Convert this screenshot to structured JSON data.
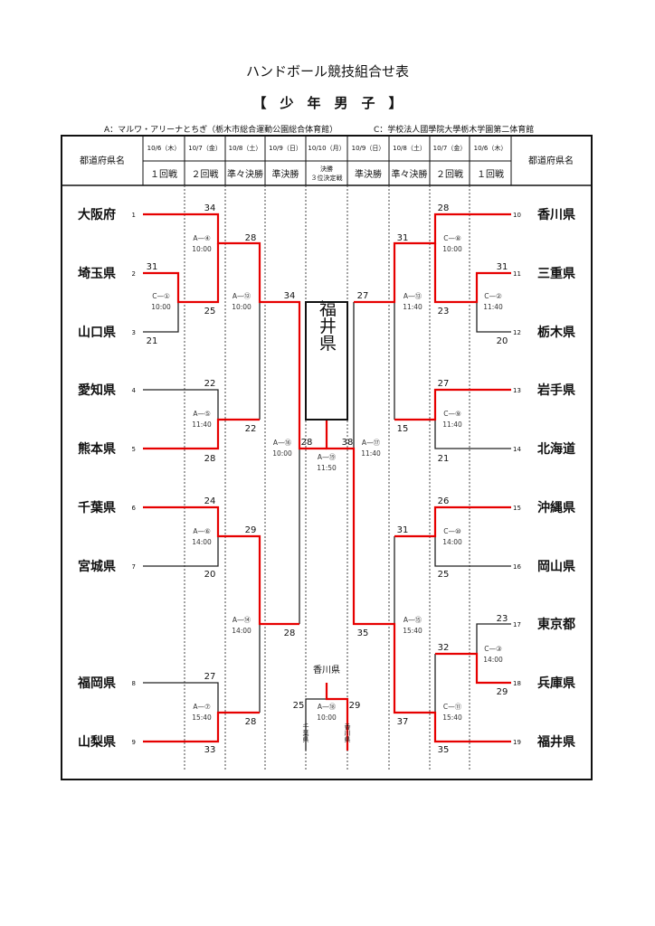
{
  "title": "ハンドボール競技組合せ表",
  "subtitle": "【　少　年　男　子　】",
  "venues": {
    "a": "A：マルワ・アリーナとちぎ（栃木市総合運動公園総合体育館）",
    "c": "C：学校法人國學院大學栃木学園第二体育館"
  },
  "header": {
    "left_label": "都道府県名",
    "right_label": "都道府県名",
    "dates": [
      "10/6（木）",
      "10/7（金）",
      "10/8（土）",
      "10/9（日）",
      "10/10（月）",
      "10/9（日）",
      "10/8（土）",
      "10/7（金）",
      "10/6（木）"
    ],
    "rounds": [
      "１回戦",
      "２回戦",
      "準々決勝",
      "準決勝",
      "決勝",
      "準決勝",
      "準々決勝",
      "２回戦",
      "１回戦"
    ],
    "final_sub": "３位決定戦"
  },
  "left_teams": [
    {
      "no": "1",
      "name": "大阪府"
    },
    {
      "no": "2",
      "name": "埼玉県"
    },
    {
      "no": "3",
      "name": "山口県"
    },
    {
      "no": "4",
      "name": "愛知県"
    },
    {
      "no": "5",
      "name": "熊本県"
    },
    {
      "no": "6",
      "name": "千葉県"
    },
    {
      "no": "7",
      "name": "宮城県"
    },
    {
      "no": "8",
      "name": "福岡県"
    },
    {
      "no": "9",
      "name": "山梨県"
    }
  ],
  "right_teams": [
    {
      "no": "10",
      "name": "香川県"
    },
    {
      "no": "11",
      "name": "三重県"
    },
    {
      "no": "12",
      "name": "栃木県"
    },
    {
      "no": "13",
      "name": "岩手県"
    },
    {
      "no": "14",
      "name": "北海道"
    },
    {
      "no": "15",
      "name": "沖縄県"
    },
    {
      "no": "16",
      "name": "岡山県"
    },
    {
      "no": "17",
      "name": "東京都"
    },
    {
      "no": "18",
      "name": "兵庫県"
    },
    {
      "no": "19",
      "name": "福井県"
    }
  ],
  "matches": {
    "c1": {
      "code": "C—①",
      "time": "10:00"
    },
    "c2": {
      "code": "C—②",
      "time": "11:40"
    },
    "c3": {
      "code": "C—③",
      "time": "14:00"
    },
    "a4": {
      "code": "A—④",
      "time": "10:00"
    },
    "a5": {
      "code": "A—⑤",
      "time": "11:40"
    },
    "a6": {
      "code": "A—⑥",
      "time": "14:00"
    },
    "a7": {
      "code": "A—⑦",
      "time": "15:40"
    },
    "c8": {
      "code": "C—⑧",
      "time": "10:00"
    },
    "c9": {
      "code": "C—⑨",
      "time": "11:40"
    },
    "c10": {
      "code": "C—⑩",
      "time": "14:00"
    },
    "c11": {
      "code": "C—⑪",
      "time": "15:40"
    },
    "a12": {
      "code": "A—⑫",
      "time": "10:00"
    },
    "a13": {
      "code": "A—⑬",
      "time": "11:40"
    },
    "a14": {
      "code": "A—⑭",
      "time": "14:00"
    },
    "a15": {
      "code": "A—⑮",
      "time": "15:40"
    },
    "a16": {
      "code": "A—⑯",
      "time": "10:00"
    },
    "a17": {
      "code": "A—⑰",
      "time": "11:40"
    },
    "a18": {
      "code": "A—⑱",
      "time": "10:00"
    },
    "a19": {
      "code": "A—⑲",
      "time": "11:50"
    }
  },
  "scores": {
    "c1_top": "31",
    "c1_bot": "21",
    "a4_top": "34",
    "a4_bot": "25",
    "a5_top": "22",
    "a5_bot": "28",
    "a6_top": "24",
    "a6_bot": "20",
    "a7_top": "27",
    "a7_bot": "33",
    "a12_top": "28",
    "a12_bot": "22",
    "a14_top": "29",
    "a14_bot": "28",
    "a16_top": "34",
    "a16_bot": "28",
    "final_left": "28",
    "final_right": "38",
    "c8_top": "28",
    "c8_bot": "23",
    "c2_top": "31",
    "c2_bot": "20",
    "c9_top": "27",
    "c9_bot": "21",
    "a13_top": "31",
    "a13_bot": "15",
    "c10_top": "26",
    "c10_bot": "25",
    "c3_top": "23",
    "c3_bot": "29",
    "c11_top": "32",
    "c11_bot": "35",
    "a15_top": "31",
    "a15_bot": "37",
    "a17_top": "27",
    "a17_bot": "35",
    "third_left": "25",
    "third_right": "29"
  },
  "champion": "福井県",
  "third_place": {
    "winner": "香川県",
    "left_team": "千葉県",
    "right_team": "香川県"
  },
  "colors": {
    "winner_line": "#e60000",
    "loser_line": "#222222"
  }
}
